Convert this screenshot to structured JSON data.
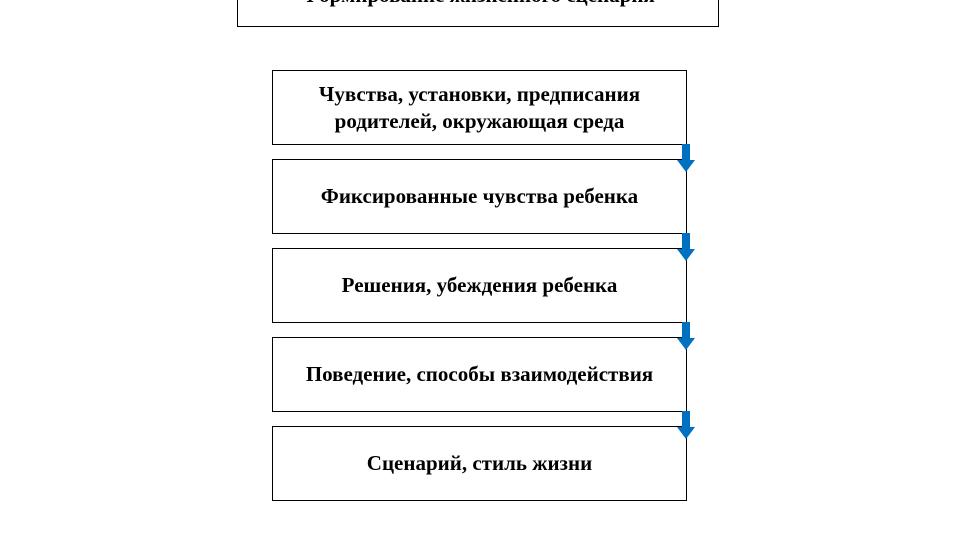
{
  "title": "Формирование жизненного сценария",
  "colors": {
    "arrow": "#0070C0",
    "border": "#000000",
    "text": "#000000",
    "background": "#FFFFFF"
  },
  "steps": [
    {
      "label": "Чувства, установки, предписания родителей, окружающая среда"
    },
    {
      "label": "Фиксированные чувства ребенка"
    },
    {
      "label": "Решения, убеждения ребенка"
    },
    {
      "label": "Поведение, способы взаимодействия"
    },
    {
      "label": "Сценарий, стиль жизни"
    }
  ],
  "connectors": [
    {
      "from": 0,
      "to": 1,
      "icon": "arrow-down-icon"
    },
    {
      "from": 1,
      "to": 2,
      "icon": "arrow-down-icon"
    },
    {
      "from": 2,
      "to": 3,
      "icon": "arrow-down-icon"
    },
    {
      "from": 3,
      "to": 4,
      "icon": "arrow-down-icon"
    }
  ]
}
